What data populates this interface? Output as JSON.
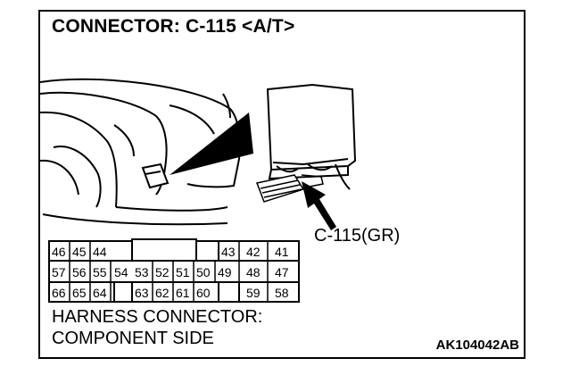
{
  "title": "CONNECTOR: C-115 <A/T>",
  "callout": "C-115(GR)",
  "caption_lines": [
    "HARNESS CONNECTOR:",
    "COMPONENT SIDE"
  ],
  "figure_code": "AK104042AB",
  "pins": {
    "row1": [
      "46",
      "45",
      "44",
      "43",
      "42",
      "41"
    ],
    "row2": [
      "57",
      "56",
      "55",
      "54",
      "53",
      "52",
      "51",
      "50",
      "49",
      "48",
      "47"
    ],
    "row3": [
      "66",
      "65",
      "64",
      "63",
      "62",
      "61",
      "60",
      "59",
      "58"
    ]
  }
}
